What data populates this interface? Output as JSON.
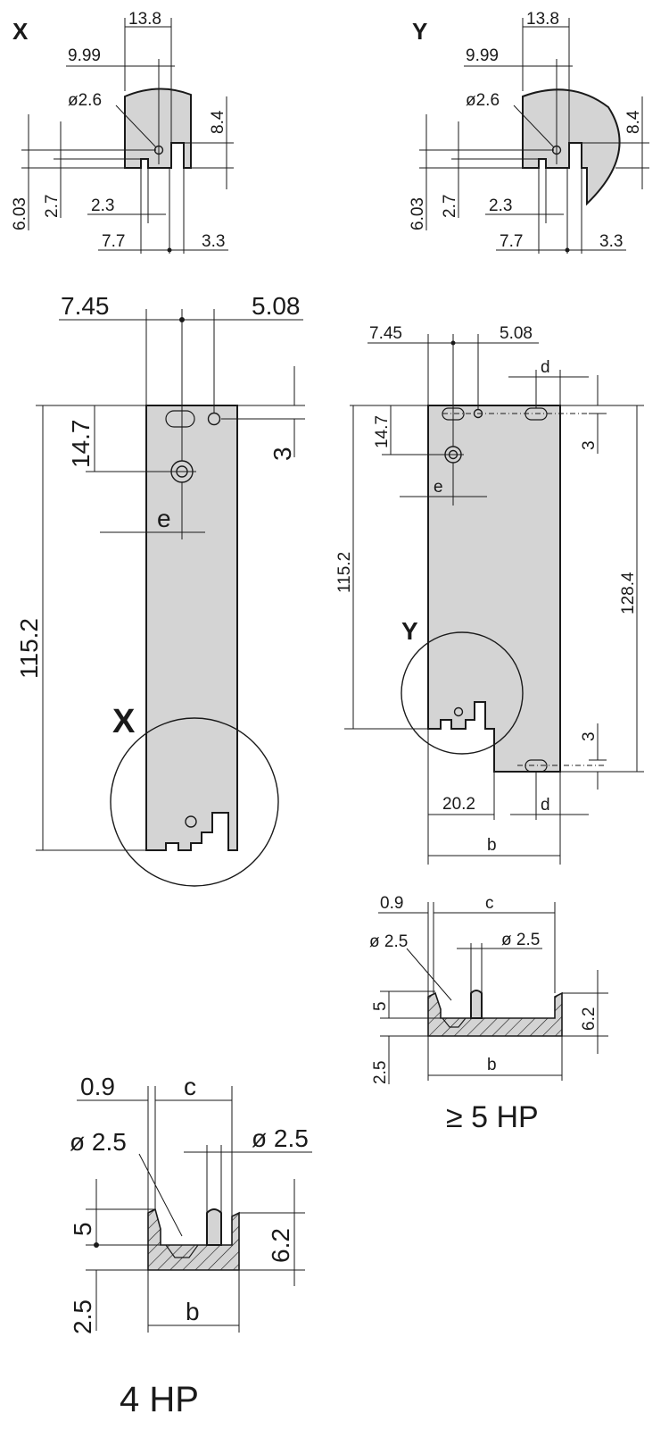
{
  "detail_views": {
    "x": {
      "title": "X",
      "dims": [
        "13.8",
        "9.99",
        "ø2.6",
        "8.4",
        "6.03",
        "2.7",
        "2.3",
        "7.7",
        "3.3"
      ]
    },
    "y": {
      "title": "Y",
      "dims": [
        "13.8",
        "9.99",
        "ø2.6",
        "8.4",
        "6.03",
        "2.7",
        "2.3",
        "7.7",
        "3.3"
      ]
    }
  },
  "front_4hp": {
    "dims": [
      "7.45",
      "5.08",
      "14.7",
      "3",
      "e",
      "115.2"
    ],
    "callout": "X"
  },
  "front_5hp": {
    "dims": [
      "7.45",
      "5.08",
      "d",
      "14.7",
      "3",
      "e",
      "115.2",
      "128.4",
      "3",
      "20.2",
      "d",
      "b"
    ],
    "callout": "Y"
  },
  "section_5hp": {
    "dims": [
      "0.9",
      "c",
      "ø 2.5",
      "ø 2.5",
      "5",
      "6.2",
      "2.5",
      "b"
    ],
    "caption": "≥ 5 HP"
  },
  "section_4hp": {
    "dims": [
      "0.9",
      "c",
      "ø 2.5",
      "ø 2.5",
      "5",
      "6.2",
      "2.5",
      "b"
    ],
    "caption": "4 HP"
  }
}
